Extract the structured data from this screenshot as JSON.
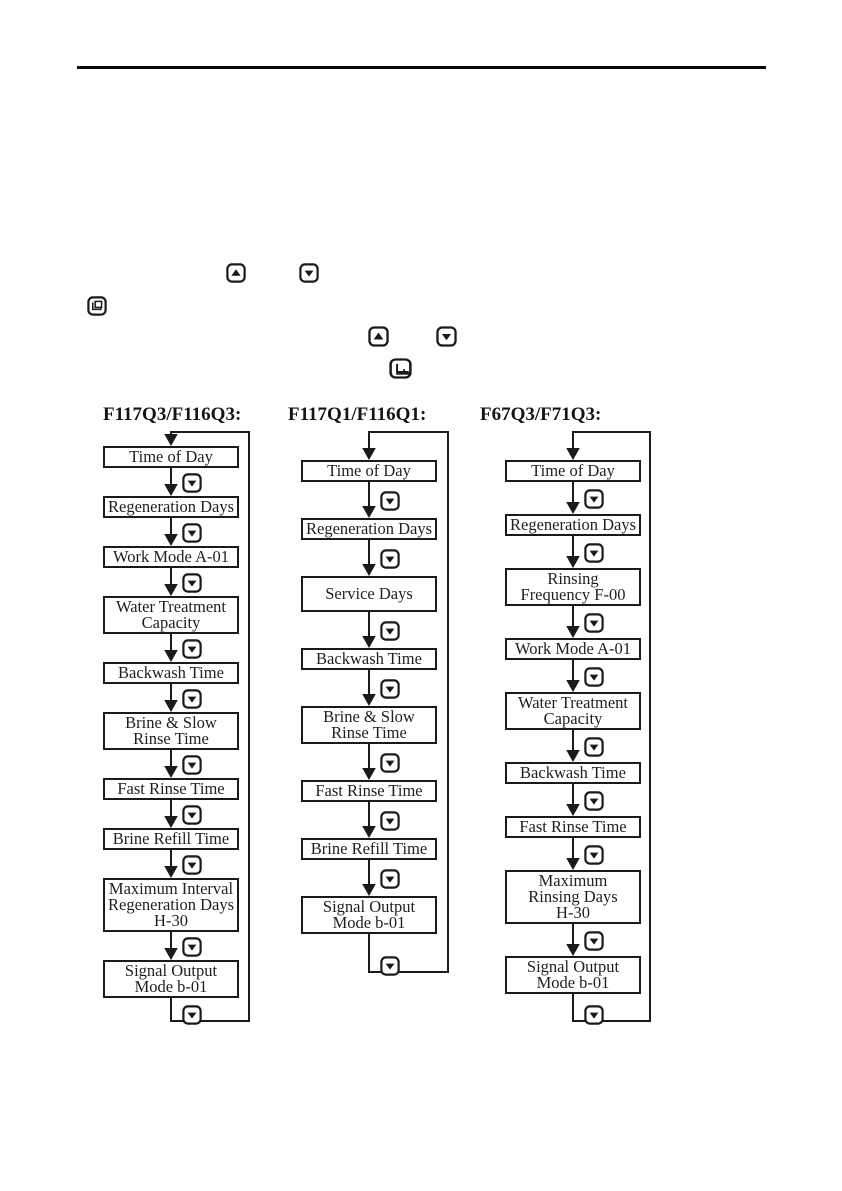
{
  "page": {
    "kind": "scanned manual page",
    "background_color": "#ffffff",
    "ink_color": "#1a1a1a"
  },
  "header": {
    "rule_visible": true,
    "rule_color": "#0a0a0a"
  },
  "inline_icons": [
    {
      "name": "up-arrow-button",
      "glyph": "up"
    },
    {
      "name": "down-arrow-button",
      "glyph": "down"
    },
    {
      "name": "return-button",
      "glyph": "return"
    },
    {
      "name": "up-arrow-button",
      "glyph": "up"
    },
    {
      "name": "down-arrow-button",
      "glyph": "down"
    },
    {
      "name": "manual-regeneration-button",
      "glyph": "manual"
    }
  ],
  "flowcharts": [
    {
      "title": "F117Q3/F116Q3:",
      "nodes": [
        {
          "label": "Time of Day"
        },
        {
          "label": "Regeneration Days"
        },
        {
          "label": "Work Mode A-01"
        },
        {
          "label": "Water Treatment\nCapacity"
        },
        {
          "label": "Backwash Time"
        },
        {
          "label": "Brine & Slow\nRinse Time"
        },
        {
          "label": "Fast Rinse Time"
        },
        {
          "label": "Brine Refill Time"
        },
        {
          "label": "Maximum Interval\nRegeneration Days\nH-30"
        },
        {
          "label": "Signal Output\nMode b-01"
        }
      ]
    },
    {
      "title": "F117Q1/F116Q1:",
      "nodes": [
        {
          "label": "Time of Day"
        },
        {
          "label": "Regeneration Days"
        },
        {
          "label": "Service Days",
          "tall": true
        },
        {
          "label": "Backwash Time"
        },
        {
          "label": "Brine & Slow\nRinse Time"
        },
        {
          "label": "Fast Rinse Time"
        },
        {
          "label": "Brine Refill Time"
        },
        {
          "label": "Signal Output\nMode b-01"
        }
      ]
    },
    {
      "title": "F67Q3/F71Q3:",
      "nodes": [
        {
          "label": "Time of Day"
        },
        {
          "label": "Regeneration Days"
        },
        {
          "label": "Rinsing\nFrequency F-00"
        },
        {
          "label": "Work Mode A-01"
        },
        {
          "label": "Water Treatment\nCapacity"
        },
        {
          "label": "Backwash Time"
        },
        {
          "label": "Fast Rinse Time"
        },
        {
          "label": "Maximum\nRinsing Days\nH-30"
        },
        {
          "label": "Signal Output\nMode b-01"
        }
      ]
    }
  ]
}
